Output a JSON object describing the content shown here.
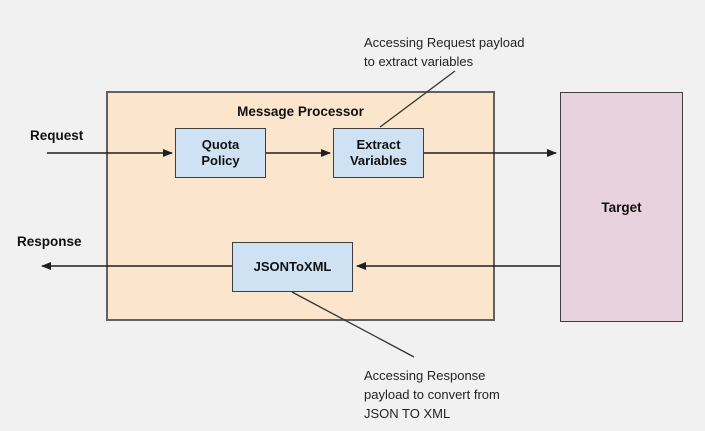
{
  "diagram": {
    "nodes": {
      "message_processor": "Message Processor",
      "quota_policy": "Quota\nPolicy",
      "extract_variables": "Extract\nVariables",
      "json_to_xml": "JSONToXML",
      "target": "Target"
    },
    "flow_labels": {
      "request": "Request",
      "response": "Response"
    },
    "annotations": {
      "request_note": "Accessing Request payload\nto extract variables",
      "response_note": "Accessing Response\npayload to convert from\nJSON TO XML"
    },
    "colors": {
      "background": "#F1F1F2",
      "processor_fill": "#FCE5CD",
      "processor_border": "#616161",
      "step_fill": "#CFE2F3",
      "target_fill": "#E8D2DD",
      "box_border": "#3F3F3F",
      "arrow": "#1F1F1F",
      "annotation_line": "#333333",
      "text": "#111111"
    }
  }
}
